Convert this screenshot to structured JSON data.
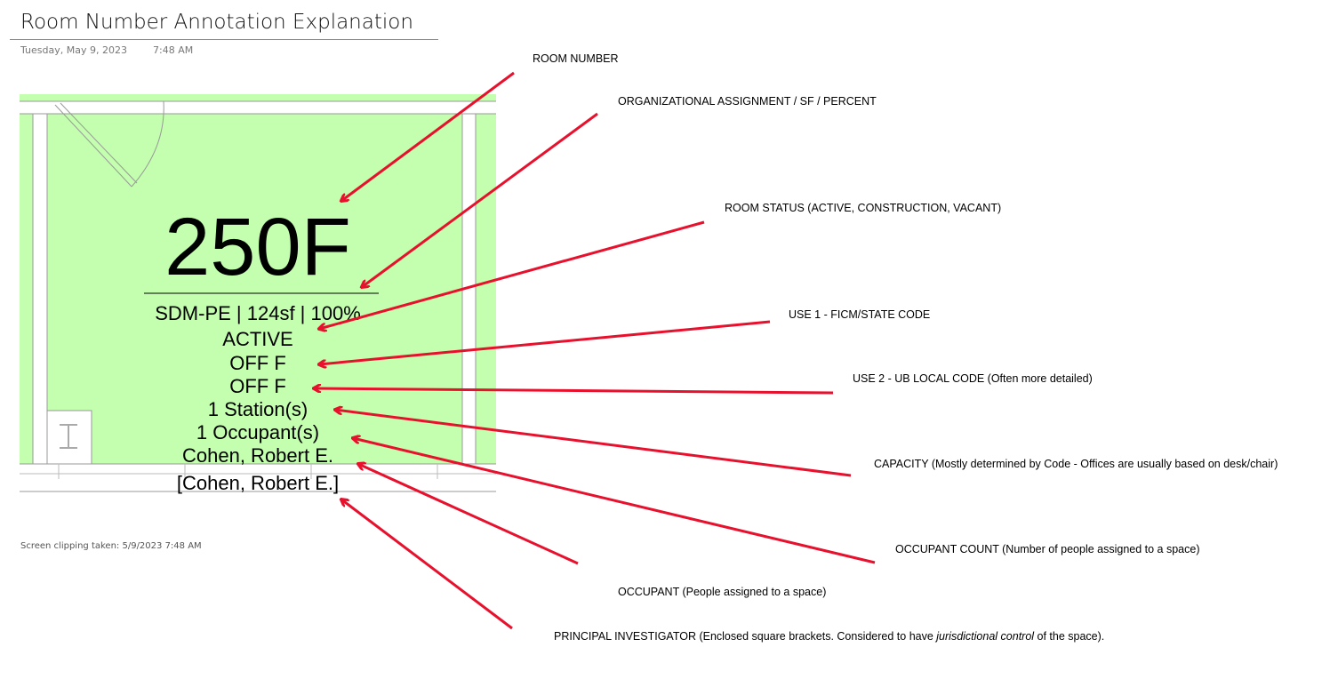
{
  "page": {
    "title": "Room Number Annotation Explanation",
    "date": "Tuesday, May 9, 2023",
    "time": "7:48 AM",
    "clipping_note": "Screen clipping taken: 5/9/2023 7:48 AM"
  },
  "room": {
    "number": "250F",
    "assignment": "SDM-PE | 124sf | 100%",
    "status": "ACTIVE",
    "use1": "OFF F",
    "use2": "OFF F",
    "capacity": "1 Station(s)",
    "occupant_count": "1 Occupant(s)",
    "occupant": "Cohen, Robert E.",
    "principal_investigator": "[Cohen, Robert E.]"
  },
  "labels": {
    "room_number": "ROOM NUMBER",
    "org": "ORGANIZATIONAL ASSIGNMENT / SF / PERCENT",
    "status": "ROOM STATUS (ACTIVE, CONSTRUCTION, VACANT)",
    "use1": "USE 1 - FICM/STATE CODE",
    "use2": "USE 2 - UB LOCAL CODE (Often more detailed)",
    "capacity": "CAPACITY (Mostly determined by Code - Offices are usually based on desk/chair)",
    "occupant_count": "OCCUPANT COUNT (Number of people assigned to a space)",
    "occupant": "OCCUPANT (People assigned to a space)",
    "pi_prefix": "PRINCIPAL INVESTIGATOR (Enclosed square brackets.  Considered to have ",
    "pi_italic": "jurisdictional control",
    "pi_suffix": " of the space)."
  },
  "colors": {
    "room_fill": "#c3ffae",
    "arrow": "#e8112d"
  }
}
